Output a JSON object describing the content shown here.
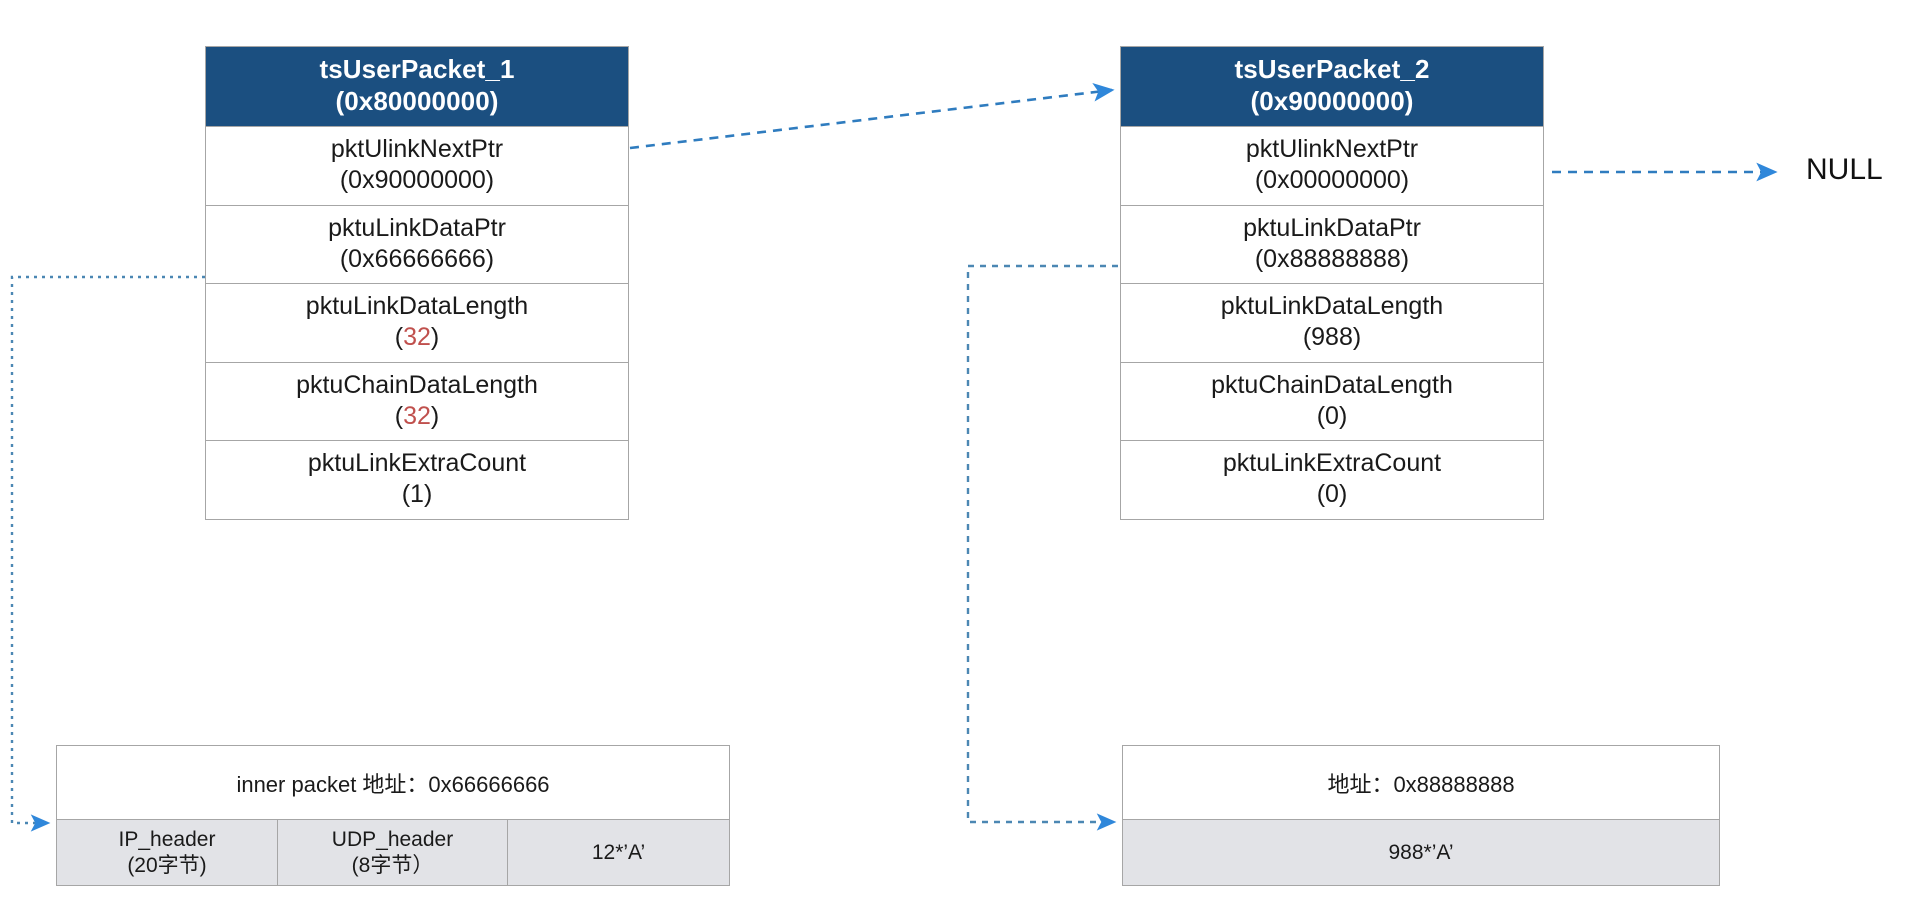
{
  "diagram": {
    "title_hidden": "",
    "colors": {
      "header_bg": "#1b4f80",
      "header_text": "#ffffff",
      "border": "#a6a6a6",
      "wire": "#3f7fbf",
      "wire_dotted": "#5b8fb5",
      "accent_red": "#c0504d",
      "buffer_fill": "#e2e3e7"
    }
  },
  "packet1": {
    "name": "tsUserPacket_1",
    "address": "(0x80000000)",
    "fields": [
      {
        "name": "pktUlinkNextPtr",
        "value": "(0x90000000)",
        "highlight": false
      },
      {
        "name": "pktuLinkDataPtr",
        "value": "(0x66666666)",
        "highlight": false
      },
      {
        "name": "pktuLinkDataLength",
        "value": "32",
        "highlight": true
      },
      {
        "name": "pktuChainDataLength",
        "value": "32",
        "highlight": true
      },
      {
        "name": "pktuLinkExtraCount",
        "value": "(1)",
        "highlight": false
      }
    ]
  },
  "packet2": {
    "name": "tsUserPacket_2",
    "address": "(0x90000000)",
    "fields": [
      {
        "name": "pktUlinkNextPtr",
        "value": "(0x00000000)",
        "highlight": false
      },
      {
        "name": "pktuLinkDataPtr",
        "value": "(0x88888888)",
        "highlight": false
      },
      {
        "name": "pktuLinkDataLength",
        "value": "(988)",
        "highlight": false
      },
      {
        "name": "pktuChainDataLength",
        "value": "(0)",
        "highlight": false
      },
      {
        "name": "pktuLinkExtraCount",
        "value": "(0)",
        "highlight": false
      }
    ]
  },
  "null_label": "NULL",
  "buffer1": {
    "title": "inner packet 地址：0x66666666",
    "cells": [
      {
        "line1": "IP_header",
        "line2": "(20字节)"
      },
      {
        "line1": "UDP_header",
        "line2": "(8字节）"
      },
      {
        "line1": "12*’A’",
        "line2": ""
      }
    ]
  },
  "buffer2": {
    "title": "地址：0x88888888",
    "cells": [
      {
        "line1": "988*’A’",
        "line2": ""
      }
    ]
  }
}
